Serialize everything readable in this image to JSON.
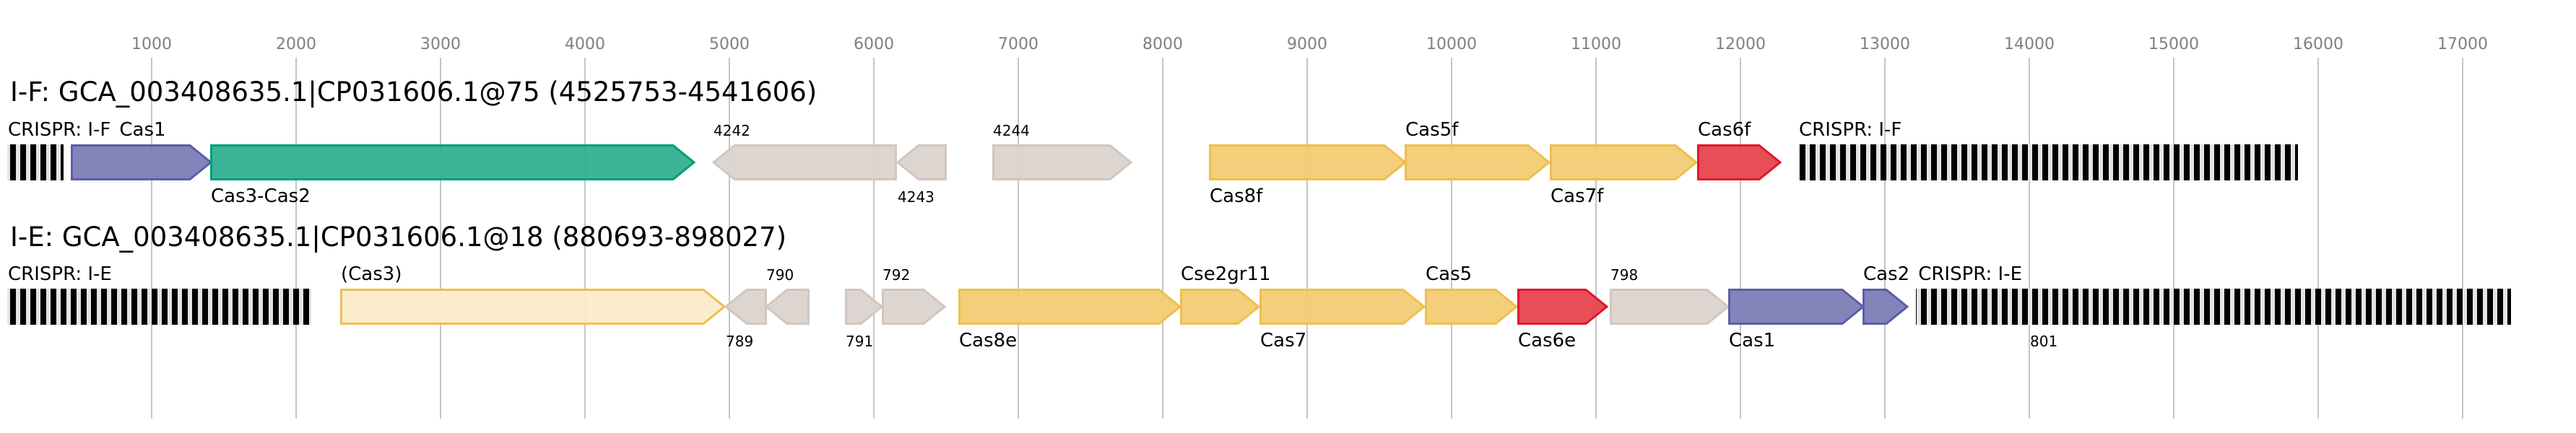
{
  "chart_data": {
    "type": "gene-map",
    "axis": {
      "ticks": [
        1000,
        2000,
        3000,
        4000,
        5000,
        6000,
        7000,
        8000,
        9000,
        10000,
        11000,
        12000,
        13000,
        14000,
        15000,
        16000,
        17000
      ],
      "range": [
        0,
        17700
      ],
      "grid": true
    },
    "colors": {
      "blue": {
        "fill": "#7b7db6",
        "stroke": "#5a5ea6"
      },
      "green": {
        "fill": "#33b092",
        "stroke": "#009e73"
      },
      "grey": {
        "fill": "#dbd3ce",
        "stroke": "#d2c6be"
      },
      "yellow": {
        "fill": "#f2cc74",
        "stroke": "#efbf4c"
      },
      "red": {
        "fill": "#e6444f",
        "stroke": "#e0162b"
      },
      "pale": {
        "fill": "#faebca",
        "stroke": "#efbf4c"
      }
    },
    "loci": [
      {
        "title": "I-F: GCA_003408635.1|CP031606.1@75 (4525753-4541606)",
        "features": [
          {
            "kind": "crispr",
            "label": "CRISPR: I-F",
            "start": 0,
            "end": 390,
            "pos": "above",
            "small": false
          },
          {
            "kind": "gene",
            "label": "Cas1",
            "start": 440,
            "end": 1415,
            "strand": 1,
            "color": "blue",
            "pos": "above",
            "small": false
          },
          {
            "kind": "gene",
            "label": "Cas3-Cas2",
            "start": 1405,
            "end": 4760,
            "strand": 1,
            "color": "green",
            "pos": "below",
            "small": false
          },
          {
            "kind": "gene",
            "label": "4242",
            "start": 4885,
            "end": 6160,
            "strand": -1,
            "color": "grey",
            "pos": "above",
            "small": true
          },
          {
            "kind": "gene",
            "label": "4243",
            "start": 6160,
            "end": 6505,
            "strand": -1,
            "color": "grey",
            "pos": "below",
            "small": true
          },
          {
            "kind": "gene",
            "label": "4244",
            "start": 6820,
            "end": 7785,
            "strand": 1,
            "color": "grey",
            "pos": "above",
            "small": true
          },
          {
            "kind": "gene",
            "label": "Cas8f",
            "start": 8320,
            "end": 9685,
            "strand": 1,
            "color": "yellow",
            "pos": "below",
            "small": false
          },
          {
            "kind": "gene",
            "label": "Cas5f",
            "start": 9675,
            "end": 10680,
            "strand": 1,
            "color": "yellow",
            "pos": "above",
            "small": false
          },
          {
            "kind": "gene",
            "label": "Cas7f",
            "start": 10680,
            "end": 11700,
            "strand": 1,
            "color": "yellow",
            "pos": "below",
            "small": false
          },
          {
            "kind": "gene",
            "label": "Cas6f",
            "start": 11700,
            "end": 12280,
            "strand": 1,
            "color": "red",
            "pos": "above",
            "small": false
          },
          {
            "kind": "crispr",
            "label": "CRISPR: I-F",
            "start": 12400,
            "end": 15860,
            "pos": "above",
            "small": false
          }
        ]
      },
      {
        "title": "I-E: GCA_003408635.1|CP031606.1@18 (880693-898027)",
        "features": [
          {
            "kind": "crispr",
            "label": "CRISPR: I-E",
            "start": 0,
            "end": 2105,
            "pos": "above",
            "small": false
          },
          {
            "kind": "gene",
            "label": "(Cas3)",
            "start": 2305,
            "end": 4970,
            "strand": 1,
            "color": "pale",
            "pos": "above",
            "small": false
          },
          {
            "kind": "gene",
            "label": "789",
            "start": 4970,
            "end": 5260,
            "strand": -1,
            "color": "grey",
            "pos": "below",
            "small": true
          },
          {
            "kind": "gene",
            "label": "790",
            "start": 5250,
            "end": 5555,
            "strand": -1,
            "color": "grey",
            "pos": "above",
            "small": true
          },
          {
            "kind": "gene",
            "label": "791",
            "start": 5800,
            "end": 6060,
            "strand": 1,
            "color": "grey",
            "pos": "below",
            "small": true
          },
          {
            "kind": "gene",
            "label": "792",
            "start": 6055,
            "end": 6495,
            "strand": 1,
            "color": "grey",
            "pos": "above",
            "small": true
          },
          {
            "kind": "gene",
            "label": "Cas8e",
            "start": 6585,
            "end": 8125,
            "strand": 1,
            "color": "yellow",
            "pos": "below",
            "small": false
          },
          {
            "kind": "gene",
            "label": "Cse2gr11",
            "start": 8120,
            "end": 8670,
            "strand": 1,
            "color": "yellow",
            "pos": "above",
            "small": false
          },
          {
            "kind": "gene",
            "label": "Cas7",
            "start": 8670,
            "end": 9815,
            "strand": 1,
            "color": "yellow",
            "pos": "below",
            "small": false
          },
          {
            "kind": "gene",
            "label": "Cas5",
            "start": 9815,
            "end": 10455,
            "strand": 1,
            "color": "yellow",
            "pos": "above",
            "small": false
          },
          {
            "kind": "gene",
            "label": "Cas6e",
            "start": 10455,
            "end": 11080,
            "strand": 1,
            "color": "red",
            "pos": "below",
            "small": false
          },
          {
            "kind": "gene",
            "label": "798",
            "start": 11095,
            "end": 11920,
            "strand": 1,
            "color": "grey",
            "pos": "above",
            "small": true
          },
          {
            "kind": "gene",
            "label": "Cas1",
            "start": 11915,
            "end": 12855,
            "strand": 1,
            "color": "blue",
            "pos": "below",
            "small": false
          },
          {
            "kind": "gene",
            "label": "Cas2",
            "start": 12845,
            "end": 13160,
            "strand": 1,
            "color": "blue",
            "pos": "above",
            "small": false
          },
          {
            "kind": "crispr",
            "label": "CRISPR: I-E",
            "start": 13215,
            "end": 17335,
            "pos": "above",
            "small": false
          },
          {
            "kind": "note",
            "label": "801",
            "start": 14000,
            "pos": "below",
            "small": true
          }
        ]
      }
    ]
  }
}
